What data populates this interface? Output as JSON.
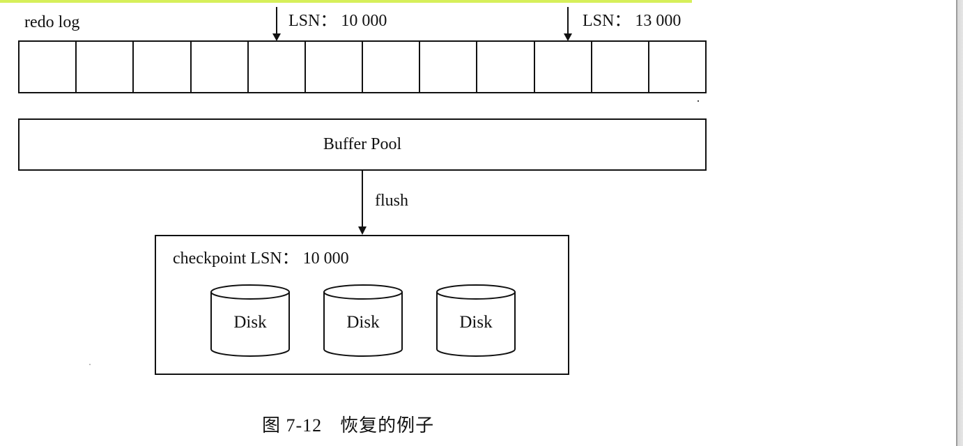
{
  "page": {
    "accent_bar_color": "#d6ef5a"
  },
  "diagram": {
    "redo_log": {
      "label": "redo log",
      "cell_count": 12,
      "markers": [
        {
          "label": "LSN：  10 000",
          "cell_index": 4
        },
        {
          "label": "LSN：  13 000",
          "cell_index": 9
        }
      ]
    },
    "buffer_pool": {
      "label": "Buffer Pool"
    },
    "flush_edge": {
      "label": "flush",
      "from": "buffer_pool",
      "to": "checkpoint_box"
    },
    "checkpoint_box": {
      "label": "checkpoint LSN：  10 000",
      "disks": [
        {
          "label": "Disk"
        },
        {
          "label": "Disk"
        },
        {
          "label": "Disk"
        }
      ]
    },
    "caption": {
      "figure_number": "图 7-12",
      "title": "恢复的例子"
    }
  }
}
